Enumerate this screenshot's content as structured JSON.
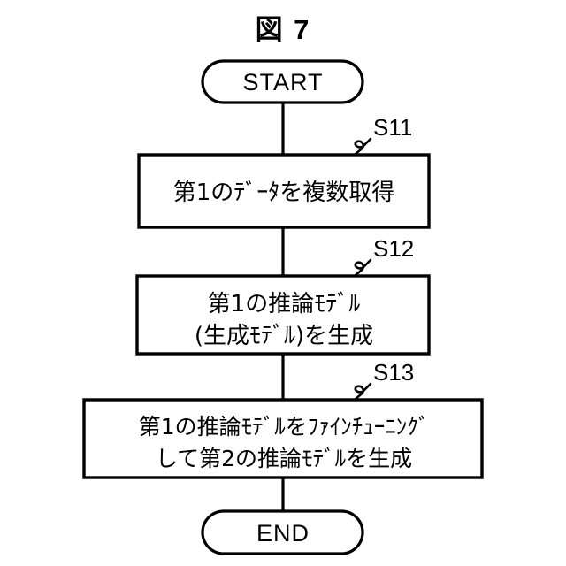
{
  "figure": {
    "title": "図 7",
    "type": "flowchart",
    "background_color": "#ffffff",
    "line_color": "#000000"
  },
  "nodes": {
    "start": {
      "shape": "terminator",
      "label": "START"
    },
    "step_s11": {
      "shape": "process",
      "step_id": "S11",
      "lines": [
        "第1のﾃﾞｰﾀを複数取得"
      ]
    },
    "step_s12": {
      "shape": "process",
      "step_id": "S12",
      "lines": [
        "第1の推論ﾓﾃﾞﾙ",
        "(生成ﾓﾃﾞﾙ)を生成"
      ]
    },
    "step_s13": {
      "shape": "process",
      "step_id": "S13",
      "lines": [
        "第1の推論ﾓﾃﾞﾙをﾌｧｲﾝﾁｭｰﾆﾝｸﾞ",
        "して第2の推論ﾓﾃﾞﾙを生成"
      ]
    },
    "end": {
      "shape": "terminator",
      "label": "END"
    }
  },
  "edges": [
    {
      "from": "start",
      "to": "step_s11"
    },
    {
      "from": "step_s11",
      "to": "step_s12"
    },
    {
      "from": "step_s12",
      "to": "step_s13"
    },
    {
      "from": "step_s13",
      "to": "end"
    }
  ]
}
